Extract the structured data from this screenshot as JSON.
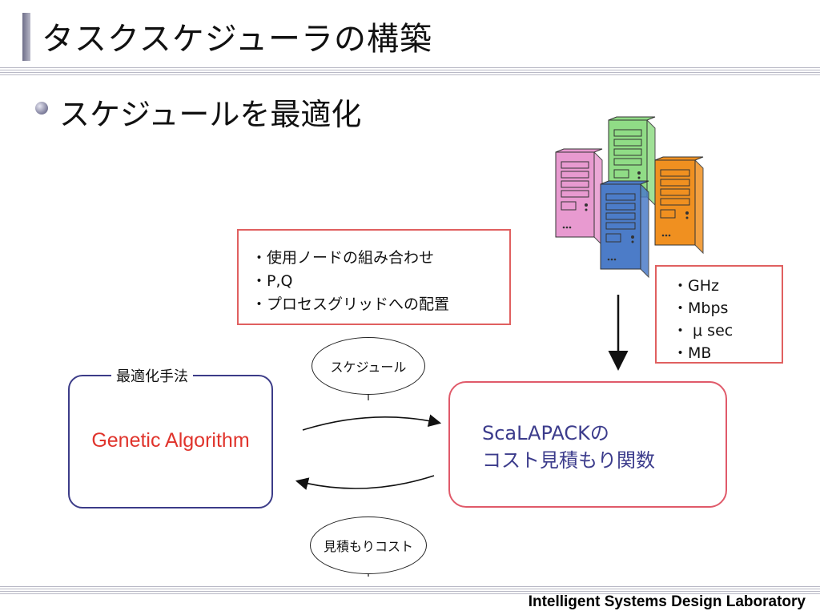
{
  "title": "タスクスケジューラの構築",
  "heading": "スケジュールを最適化",
  "parameters_box": {
    "lines": [
      "・使用ノードの組み合わせ",
      "・P,Q",
      "・プロセスグリッドへの配置"
    ]
  },
  "units_box": {
    "lines": [
      "・GHz",
      "・Mbps",
      "・ μ sec",
      "・MB"
    ]
  },
  "method_box": {
    "title": "最適化手法",
    "text": "Genetic Algorithm"
  },
  "cost_box": {
    "lines": [
      "ScaLAPACKの",
      "コスト見積もり関数"
    ]
  },
  "oval_top": "スケジュール",
  "oval_bottom": "見積もりコスト",
  "servers": [
    {
      "name": "pink",
      "color": "#e89ad0"
    },
    {
      "name": "green",
      "color": "#90dc86"
    },
    {
      "name": "orange",
      "color": "#f09020"
    },
    {
      "name": "blue",
      "color": "#4c7cc8"
    }
  ],
  "footer": "Intelligent Systems Design Laboratory"
}
